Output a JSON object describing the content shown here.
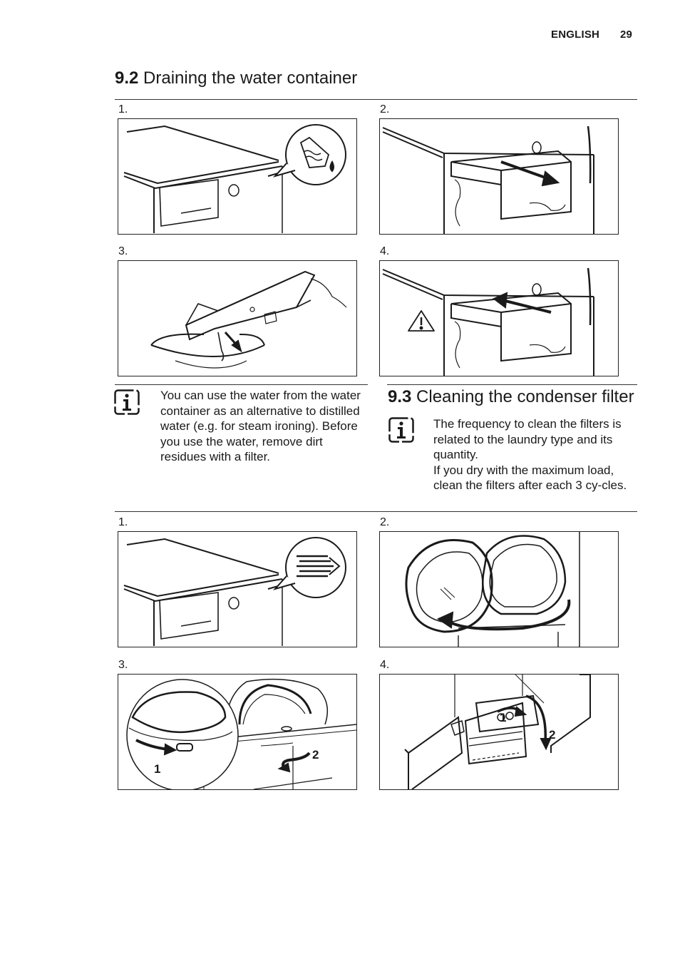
{
  "header": {
    "language": "ENGLISH",
    "page_number": "29"
  },
  "section_92": {
    "number": "9.2",
    "title": "Draining the water container",
    "steps": [
      "1.",
      "2.",
      "3.",
      "4."
    ],
    "note": "You can use the water from the water container as an alternative to distilled water (e.g. for steam ironing). Before you use the water, remove dirt residues with a filter."
  },
  "section_93": {
    "number": "9.3",
    "title": "Cleaning the condenser filter",
    "steps": [
      "1.",
      "2.",
      "3.",
      "4."
    ],
    "note_line1": "The frequency to clean the filters is related to the laundry type and its quantity.",
    "note_line2": "If you dry with the maximum load, clean the filters after each 3 cy-cles.",
    "callouts": {
      "step3_a": "1",
      "step3_b": "2",
      "step4_a": "1",
      "step4_b": "2"
    }
  },
  "icons": {
    "info": "info-icon",
    "warning": "warning-triangle-icon",
    "water": "water-container-icon",
    "filter": "filter-icon"
  }
}
